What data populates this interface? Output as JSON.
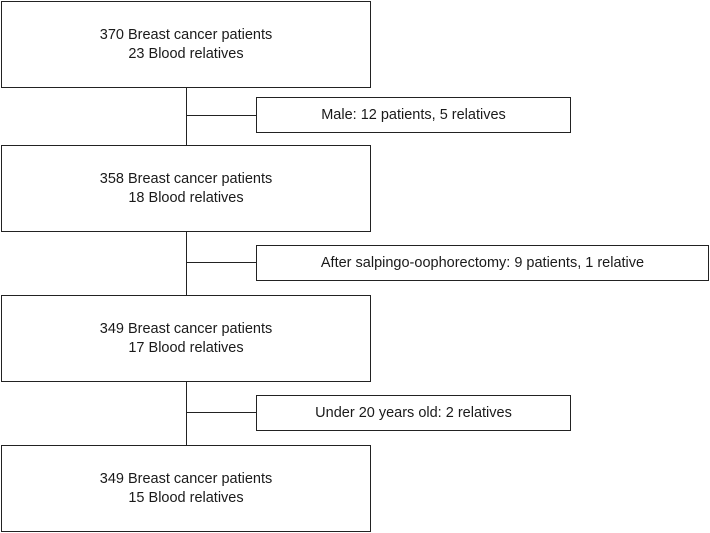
{
  "stages": [
    {
      "line1": "370 Breast cancer patients",
      "line2": "23 Blood relatives"
    },
    {
      "line1": "358 Breast cancer patients",
      "line2": "18 Blood relatives"
    },
    {
      "line1": "349 Breast cancer patients",
      "line2": "17 Blood relatives"
    },
    {
      "line1": "349 Breast cancer patients",
      "line2": "15 Blood relatives"
    }
  ],
  "exclusions": [
    {
      "text": "Male: 12 patients, 5 relatives"
    },
    {
      "text": "After salpingo-oophorectomy: 9 patients, 1 relative"
    },
    {
      "text": "Under 20 years old: 2 relatives"
    }
  ]
}
